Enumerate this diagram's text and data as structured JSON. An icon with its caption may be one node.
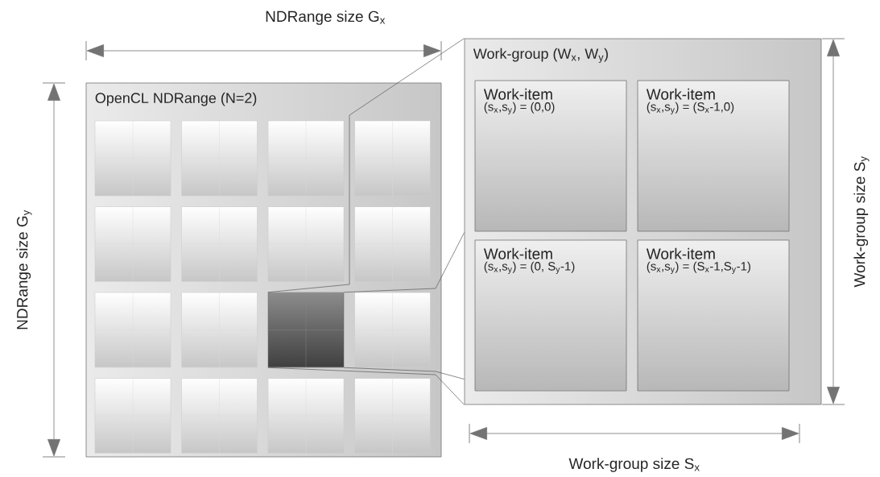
{
  "diagram": {
    "nodes": [
      {
        "text": [
          "OpenCL NDRange (N=2)"
        ]
      },
      {
        "text": [],
        "shape": "box",
        "in": 0
      },
      {
        "text": [],
        "shape": "box",
        "in": 0
      },
      {
        "text": [],
        "shape": "box",
        "in": 0
      },
      {
        "text": [],
        "shape": "box",
        "in": 0
      },
      {
        "text": [],
        "shape": "box",
        "in": 0
      },
      {
        "text": [],
        "shape": "box",
        "in": 0
      },
      {
        "text": [],
        "shape": "box",
        "in": 0
      },
      {
        "text": [],
        "shape": "box",
        "in": 0
      },
      {
        "text": [],
        "shape": "box",
        "in": 0
      },
      {
        "text": [],
        "shape": "box",
        "in": 0
      },
      {
        "text": [],
        "shape": "box",
        "in": 0
      },
      {
        "text": [],
        "shape": "box",
        "in": 0
      },
      {
        "text": [],
        "shape": "box",
        "in": 0
      },
      {
        "text": [],
        "shape": "box",
        "in": 0
      },
      {
        "text": [],
        "shape": "box",
        "in": 0
      },
      {
        "text": [],
        "shape": "box",
        "in": 0
      },
      {
        "text": [
          "Work-group (W$_{x}$, W$_{y}$)"
        ]
      },
      {
        "text": [
          "Work-item",
          "(s$_{x}$,s$_{y}$) = (0,0)"
        ],
        "in": 17
      },
      {
        "text": [
          "Work-item",
          "(s$_{x}$,s$_{y}$) = (S$_{x}$-1,0)"
        ],
        "in": 17
      },
      {
        "text": [
          "Work-item",
          "(s$_{x}$,s$_{y}$) = (0, S$_{y}$-1)"
        ],
        "in": 17
      },
      {
        "text": [
          "Work-item",
          "(s$_{x}$,s$_{y}$) = (S$_{x}$-1,S$_{y}$-1)"
        ],
        "in": 17
      }
    ],
    "edges": [
      {
        "from": 11,
        "to": 17,
        "arrow": "none"
      },
      {
        "from": 11,
        "to": 17,
        "arrow": "none"
      },
      {
        "from": 11,
        "to": 17,
        "arrow": "none"
      },
      {
        "from": 11,
        "to": 17,
        "arrow": "none"
      }
    ],
    "labels": [
      "NDRange size G$_{x}$",
      "NDRange size G$_{y}$",
      "Work-group size S$_{y}$",
      "Work-group size S$_{x}$"
    ]
  }
}
